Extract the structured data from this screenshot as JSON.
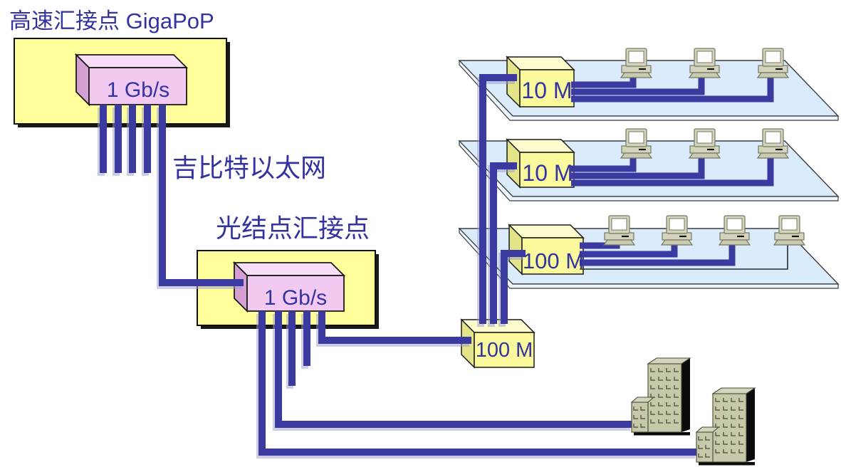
{
  "diagram": {
    "gigapop": {
      "title": "高速汇接点 GigaPoP",
      "switch_speed": "1 Gb/s"
    },
    "gigabit_ethernet_label": "吉比特以太网",
    "optical_node": {
      "title": "光结点汇接点",
      "switch_speed": "1 Gb/s"
    },
    "floors": [
      {
        "hub_speed": "10 M",
        "computers": 3
      },
      {
        "hub_speed": "10 M",
        "computers": 3
      },
      {
        "hub_speed": "100 M",
        "computers": 4
      }
    ],
    "building_hub_speed": "100 M",
    "buildings": 2
  },
  "colors": {
    "line_blue": "#3A3AA0",
    "line_shadow": "#9B9BC9",
    "label_blue": "#3333A0",
    "panel_yellow": "#FFFF9C",
    "box_yellow_front": "#FAFA9C",
    "box_yellow_top": "#FCFCCE",
    "box_yellow_side": "#E3E388",
    "box_pink_front": "#F2C9F0",
    "box_pink_top": "#F9DEF8",
    "box_pink_side": "#D49FD2",
    "floor_blue": "#DAEBFB",
    "floor_edge": "#EDF5FD",
    "building_tan": "#C7C7AA",
    "building_roof": "#D5D5BC"
  }
}
